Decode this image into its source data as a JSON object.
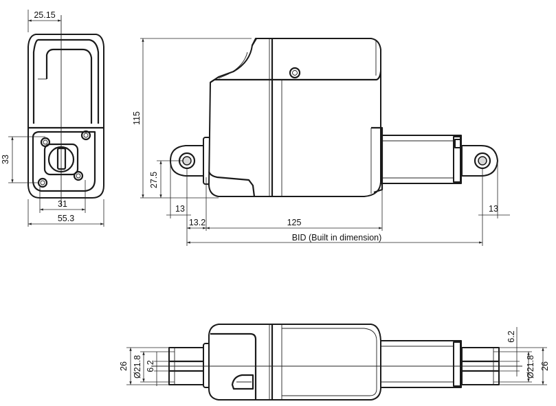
{
  "dimensions": {
    "top_width": "25.15",
    "left_height": "33",
    "hole_spacing": "31",
    "overall_width": "55.3",
    "height": "115",
    "eye_height": "27.5",
    "eye_width_left": "13",
    "eye_offset": "13.2",
    "stroke_length": "125",
    "eye_width_right": "13",
    "bid_label": "BID (Built in dimension)",
    "lower_left_outer": "26",
    "lower_left_diameter": "Ø21.8",
    "lower_left_slot": "6.2",
    "lower_right_slot": "6.2",
    "lower_right_diameter": "Ø21.8",
    "lower_right_outer": "26"
  }
}
